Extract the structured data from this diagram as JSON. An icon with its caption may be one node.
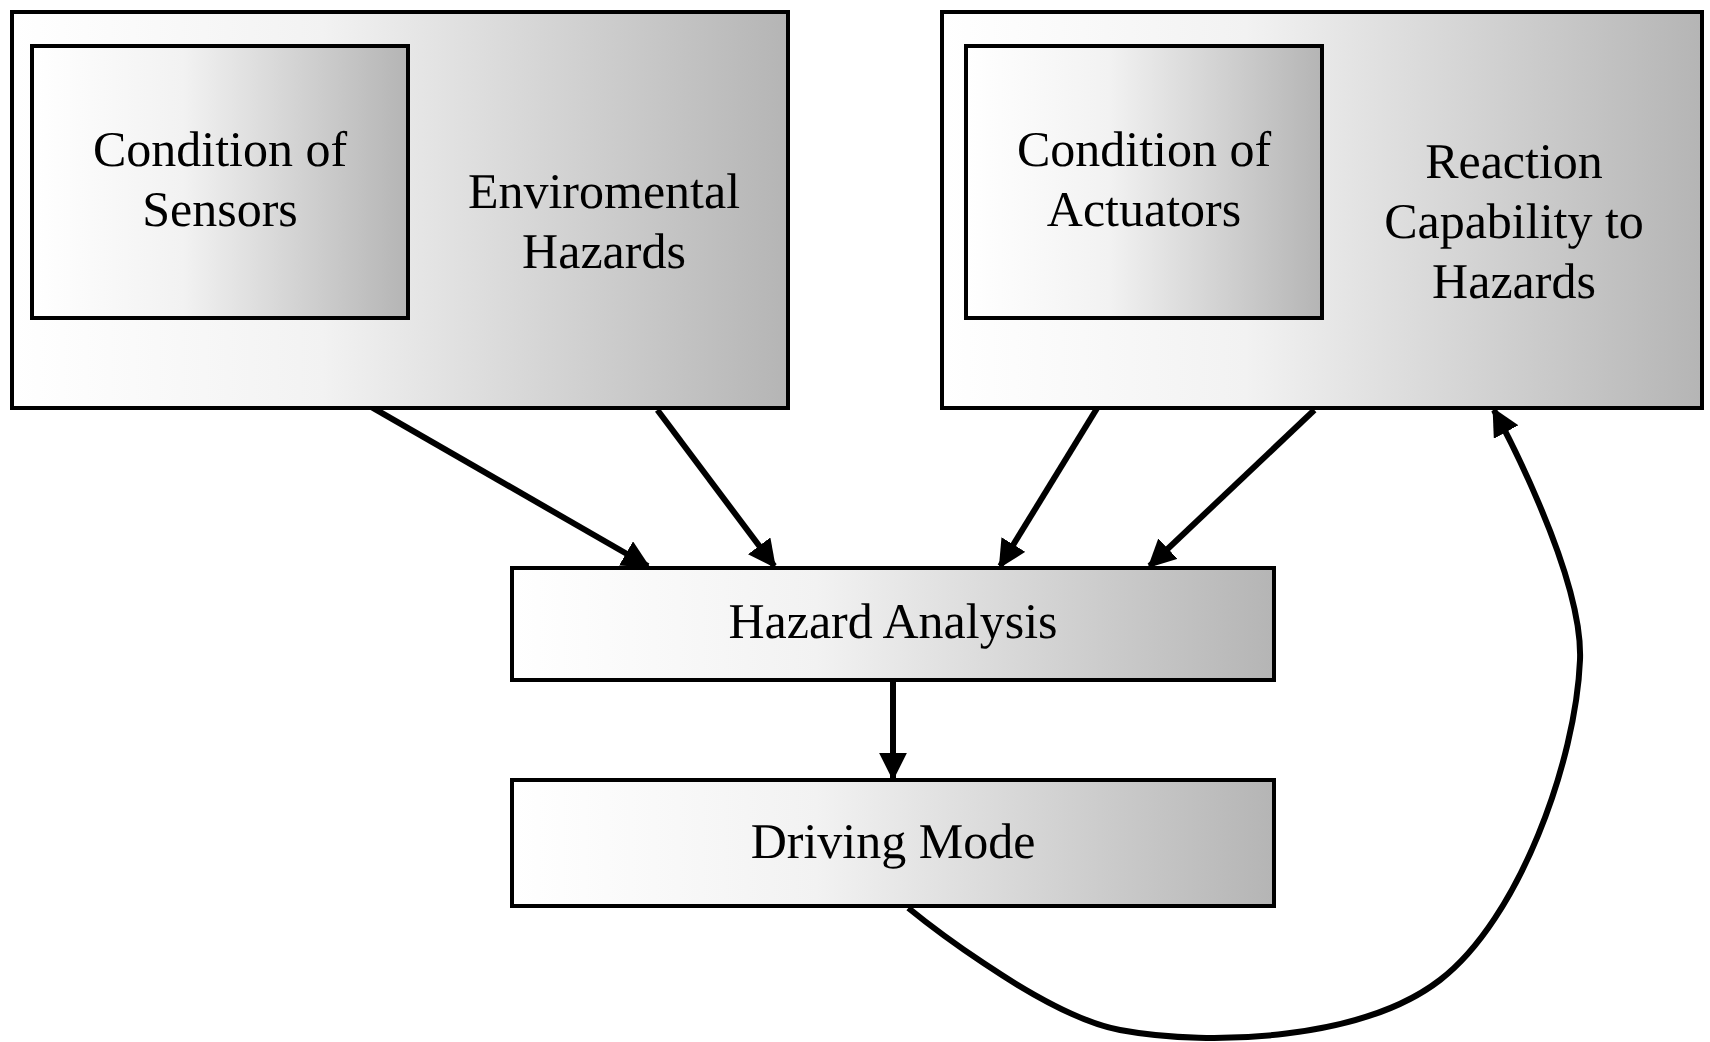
{
  "diagram": {
    "nodes": [
      {
        "text": [
          "Enviromental Hazards"
        ]
      },
      {
        "text": [
          "Condition of Sensors"
        ],
        "in": 0
      },
      {
        "text": [
          "Reaction Capability to Hazards"
        ]
      },
      {
        "text": [
          "Condition of Actuators"
        ],
        "in": 2
      },
      {
        "text": [
          "Hazard Analysis"
        ]
      },
      {
        "text": [
          "Driving Mode"
        ]
      }
    ],
    "edges": [
      {
        "from": 1,
        "to": 4,
        "arrow": "to"
      },
      {
        "from": 0,
        "to": 4,
        "arrow": "to"
      },
      {
        "from": 3,
        "to": 4,
        "arrow": "to"
      },
      {
        "from": 2,
        "to": 4,
        "arrow": "to"
      },
      {
        "from": 4,
        "to": 5,
        "arrow": "to"
      },
      {
        "from": 5,
        "to": 2,
        "arrow": "to"
      }
    ]
  }
}
